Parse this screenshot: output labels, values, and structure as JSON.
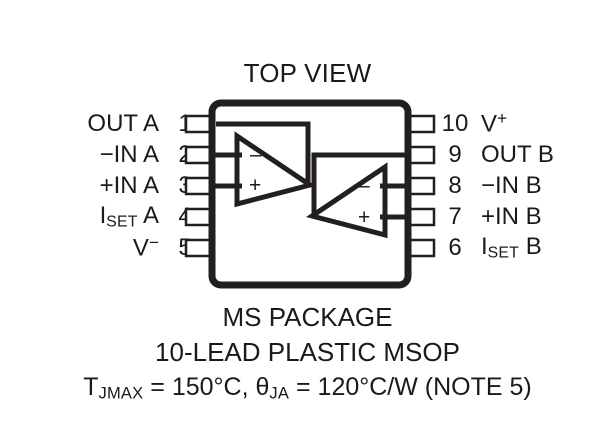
{
  "title": "TOP VIEW",
  "package": {
    "body_fill": "#ffffff",
    "outline_color": "#231f20",
    "text_color": "#1a1a1a"
  },
  "pins": {
    "left": [
      {
        "number": "1",
        "name": "OUT A",
        "sub": "",
        "sup": "",
        "tail": ""
      },
      {
        "number": "2",
        "name": "−IN A",
        "sub": "",
        "sup": "",
        "tail": ""
      },
      {
        "number": "3",
        "name": "+IN A",
        "sub": "",
        "sup": "",
        "tail": ""
      },
      {
        "number": "4",
        "name": "I",
        "sub": "SET",
        "sup": "",
        "tail": " A"
      },
      {
        "number": "5",
        "name": "V",
        "sub": "",
        "sup": "−",
        "tail": ""
      }
    ],
    "right": [
      {
        "number": "10",
        "name": "V",
        "sub": "",
        "sup": "+",
        "tail": ""
      },
      {
        "number": "9",
        "name": "OUT B",
        "sub": "",
        "sup": "",
        "tail": ""
      },
      {
        "number": "8",
        "name": "−IN B",
        "sub": "",
        "sup": "",
        "tail": ""
      },
      {
        "number": "7",
        "name": "+IN B",
        "sub": "",
        "sup": "",
        "tail": ""
      },
      {
        "number": "6",
        "name": "I",
        "sub": "SET",
        "sup": "",
        "tail": " B"
      }
    ]
  },
  "amplifiers": [
    {
      "id": "amp-a",
      "inverting_marker": "–",
      "noninverting_marker": "+"
    },
    {
      "id": "amp-b",
      "inverting_marker": "–",
      "noninverting_marker": "+"
    }
  ],
  "caption": {
    "line1": "MS PACKAGE",
    "line2": "10-LEAD PLASTIC MSOP",
    "line3_tjmax_label": "T",
    "line3_tjmax_sub": "JMAX",
    "line3_tjmax_value": " = 150°C, ",
    "line3_theta_label": "θ",
    "line3_theta_sub": "JA",
    "line3_theta_value": " = 120°C/W (NOTE 5)"
  }
}
